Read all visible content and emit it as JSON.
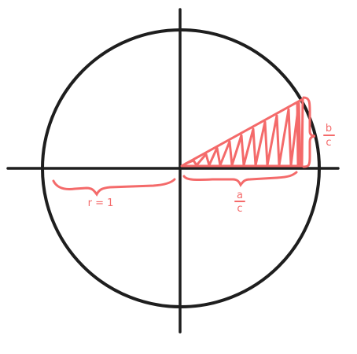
{
  "colors": {
    "ink": "#1e1e1e",
    "annotation": "#f46a6a",
    "background": "#ffffff"
  },
  "labels": {
    "radius": "r = 1",
    "horizontal_leg": {
      "numerator": "a",
      "denominator": "c"
    },
    "vertical_leg": {
      "numerator": "b",
      "denominator": "c"
    }
  }
}
